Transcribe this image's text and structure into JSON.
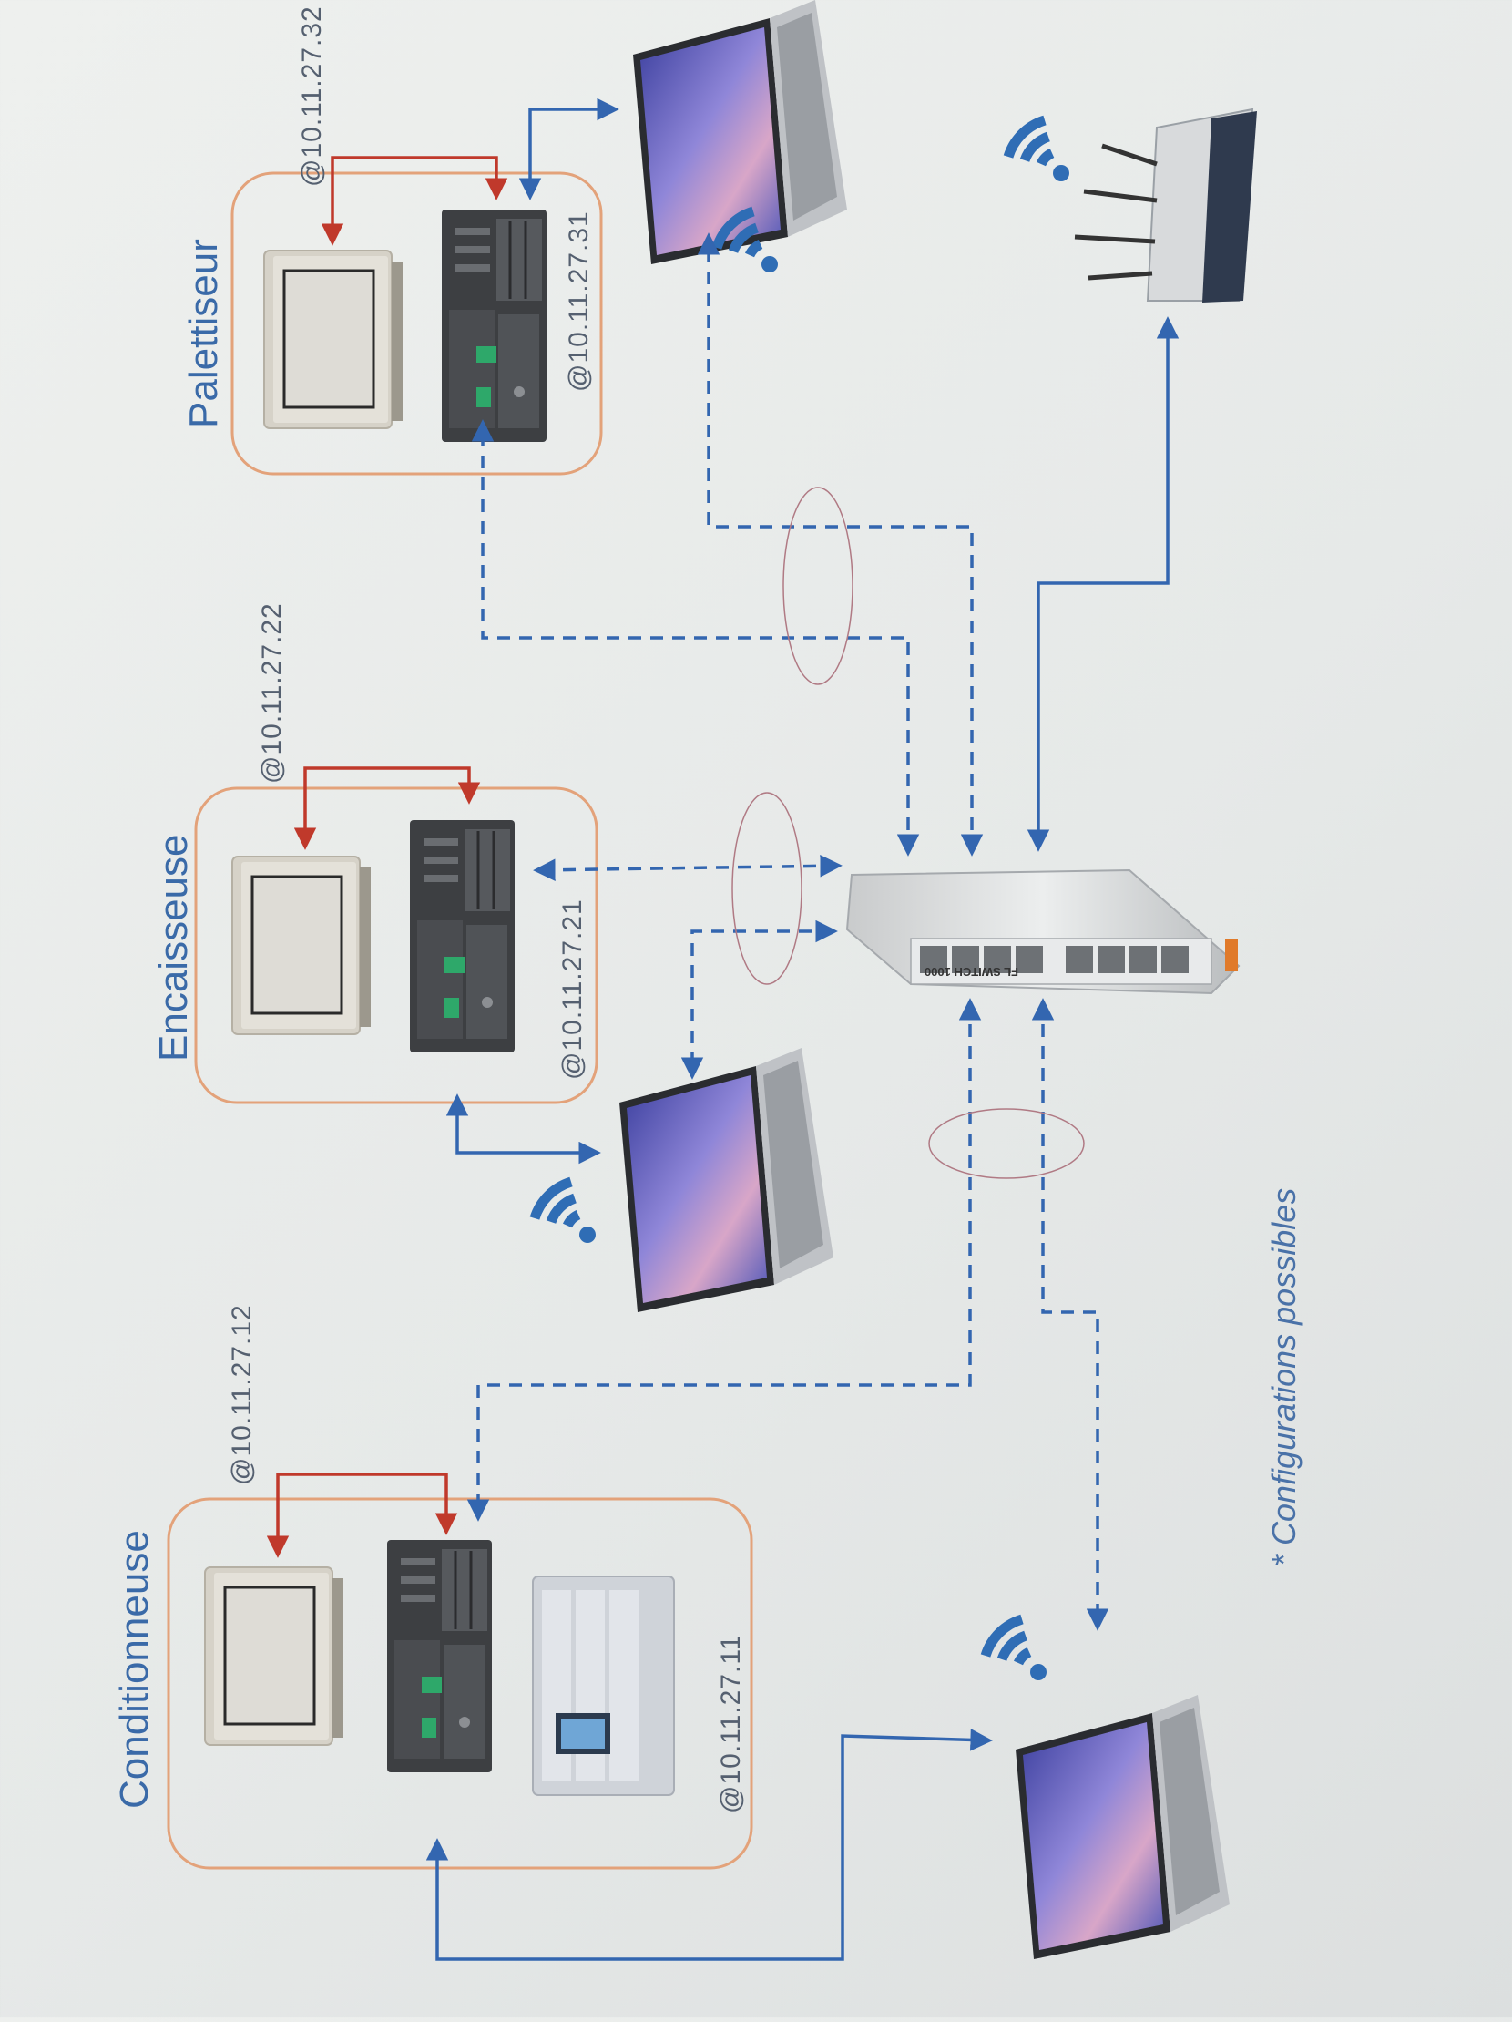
{
  "stations": {
    "conditionneuse": {
      "title": "Conditionneuse",
      "ip_hmi": "@10.11.27.12",
      "ip_plc": "@10.11.27.11"
    },
    "encaisseuse": {
      "title": "Encaisseuse",
      "ip_hmi": "@10.11.27.22",
      "ip_plc": "@10.11.27.21"
    },
    "palettiseur": {
      "title": "Palettiseur",
      "ip_hmi": "@10.11.27.32",
      "ip_plc": "@10.11.27.31"
    }
  },
  "switch": {
    "label": "FL SWITCH 1000"
  },
  "note": "* Configurations possibles",
  "colors": {
    "wired_link": "#3366b0",
    "hmi_link": "#c0392b",
    "station_frame": "#e3a27a",
    "wifi": "#2f6db5",
    "optional_ellipse": "#b07a84"
  },
  "icons": [
    "hmi-panel-icon",
    "plc-rack-icon",
    "io-module-icon",
    "laptop-icon",
    "wifi-icon",
    "network-switch-icon",
    "wifi-router-icon"
  ]
}
